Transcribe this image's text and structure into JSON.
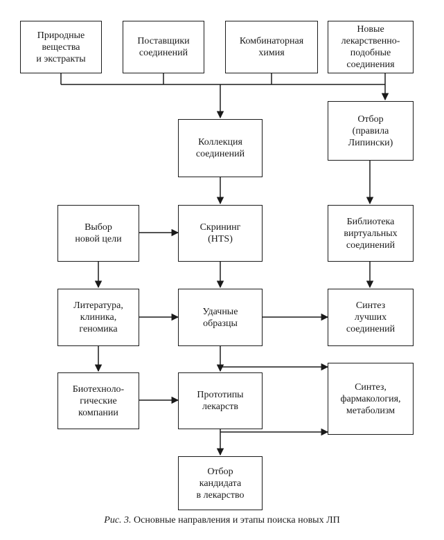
{
  "boxes": {
    "natural": "Природные\nвещества\nи экстракты",
    "suppliers": "Поставщики\nсоединений",
    "combinatorial": "Комбинаторная\nхимия",
    "new_compounds": "Новые\nлекарственно-\nподобные\nсоединения",
    "lipinski": "Отбор\n(правила\nЛипински)",
    "collection": "Коллекция\nсоединений",
    "target": "Выбор\nновой цели",
    "screening": "Скрининг\n(HTS)",
    "virtual_library": "Библиотека\nвиртуальных\nсоединений",
    "literature": "Литература,\nклиника,\nгеномика",
    "hits": "Удачные\nобразцы",
    "synthesis_best": "Синтез\nлучших\nсоединений",
    "biotech": "Биотехноло-\nгические\nкомпании",
    "prototypes": "Прототипы\nлекарств",
    "pharmacology": "Синтез,\nфармакология,\nметаболизм",
    "candidate": "Отбор\nкандидата\nв лекарство"
  },
  "caption": {
    "figure_number": "Рис. 3.",
    "text": "Основные направления и этапы поиска новых ЛП"
  }
}
